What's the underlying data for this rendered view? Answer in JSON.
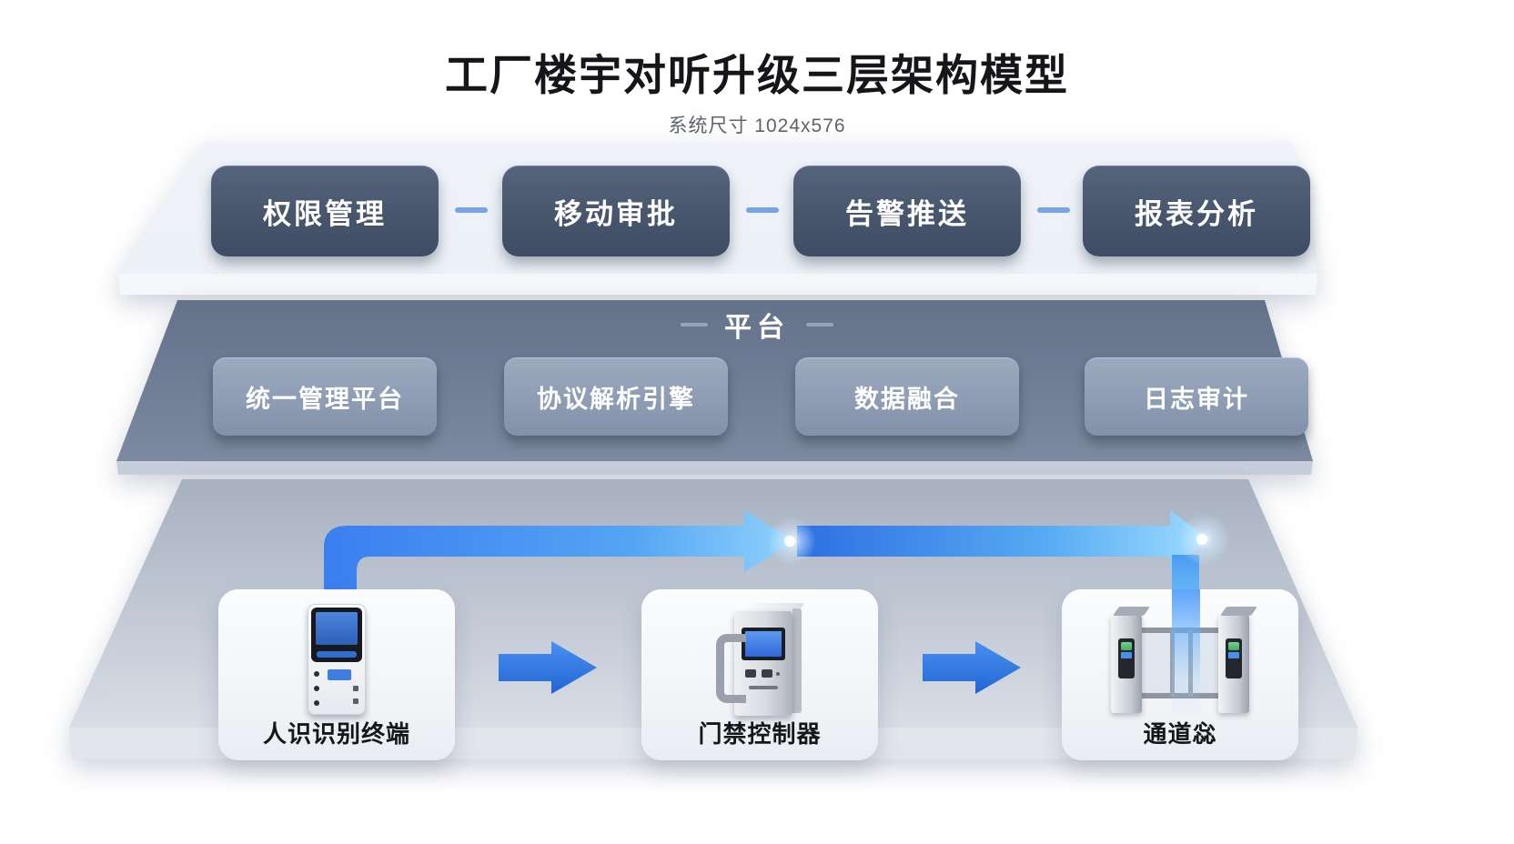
{
  "title": "工厂楼宇对听升级三层架构模型",
  "subtitle": "系统尺寸 1024x576",
  "layers": {
    "application": {
      "boxes": [
        "权限管理",
        "移动审批",
        "告警推送",
        "报表分析"
      ]
    },
    "platform": {
      "label": "平台",
      "boxes": [
        "统一管理平台",
        "协议解析引擎",
        "数据融合",
        "日志审计"
      ]
    },
    "devices": {
      "items": [
        {
          "label": "人识识别终端",
          "icon": "face-recognition-terminal"
        },
        {
          "label": "门禁控制器",
          "icon": "access-controller"
        },
        {
          "label": "通道惢",
          "icon": "turnstile-gate"
        }
      ]
    }
  },
  "colors": {
    "accent_blue": "#2e7bea",
    "arrow_light": "#8fd2fc",
    "app_box": "#47566d",
    "platform_box": "#8e9cb4",
    "platform_band": "#3d4a5e",
    "title_text": "#15161a",
    "subtitle_text": "#5f6368"
  }
}
